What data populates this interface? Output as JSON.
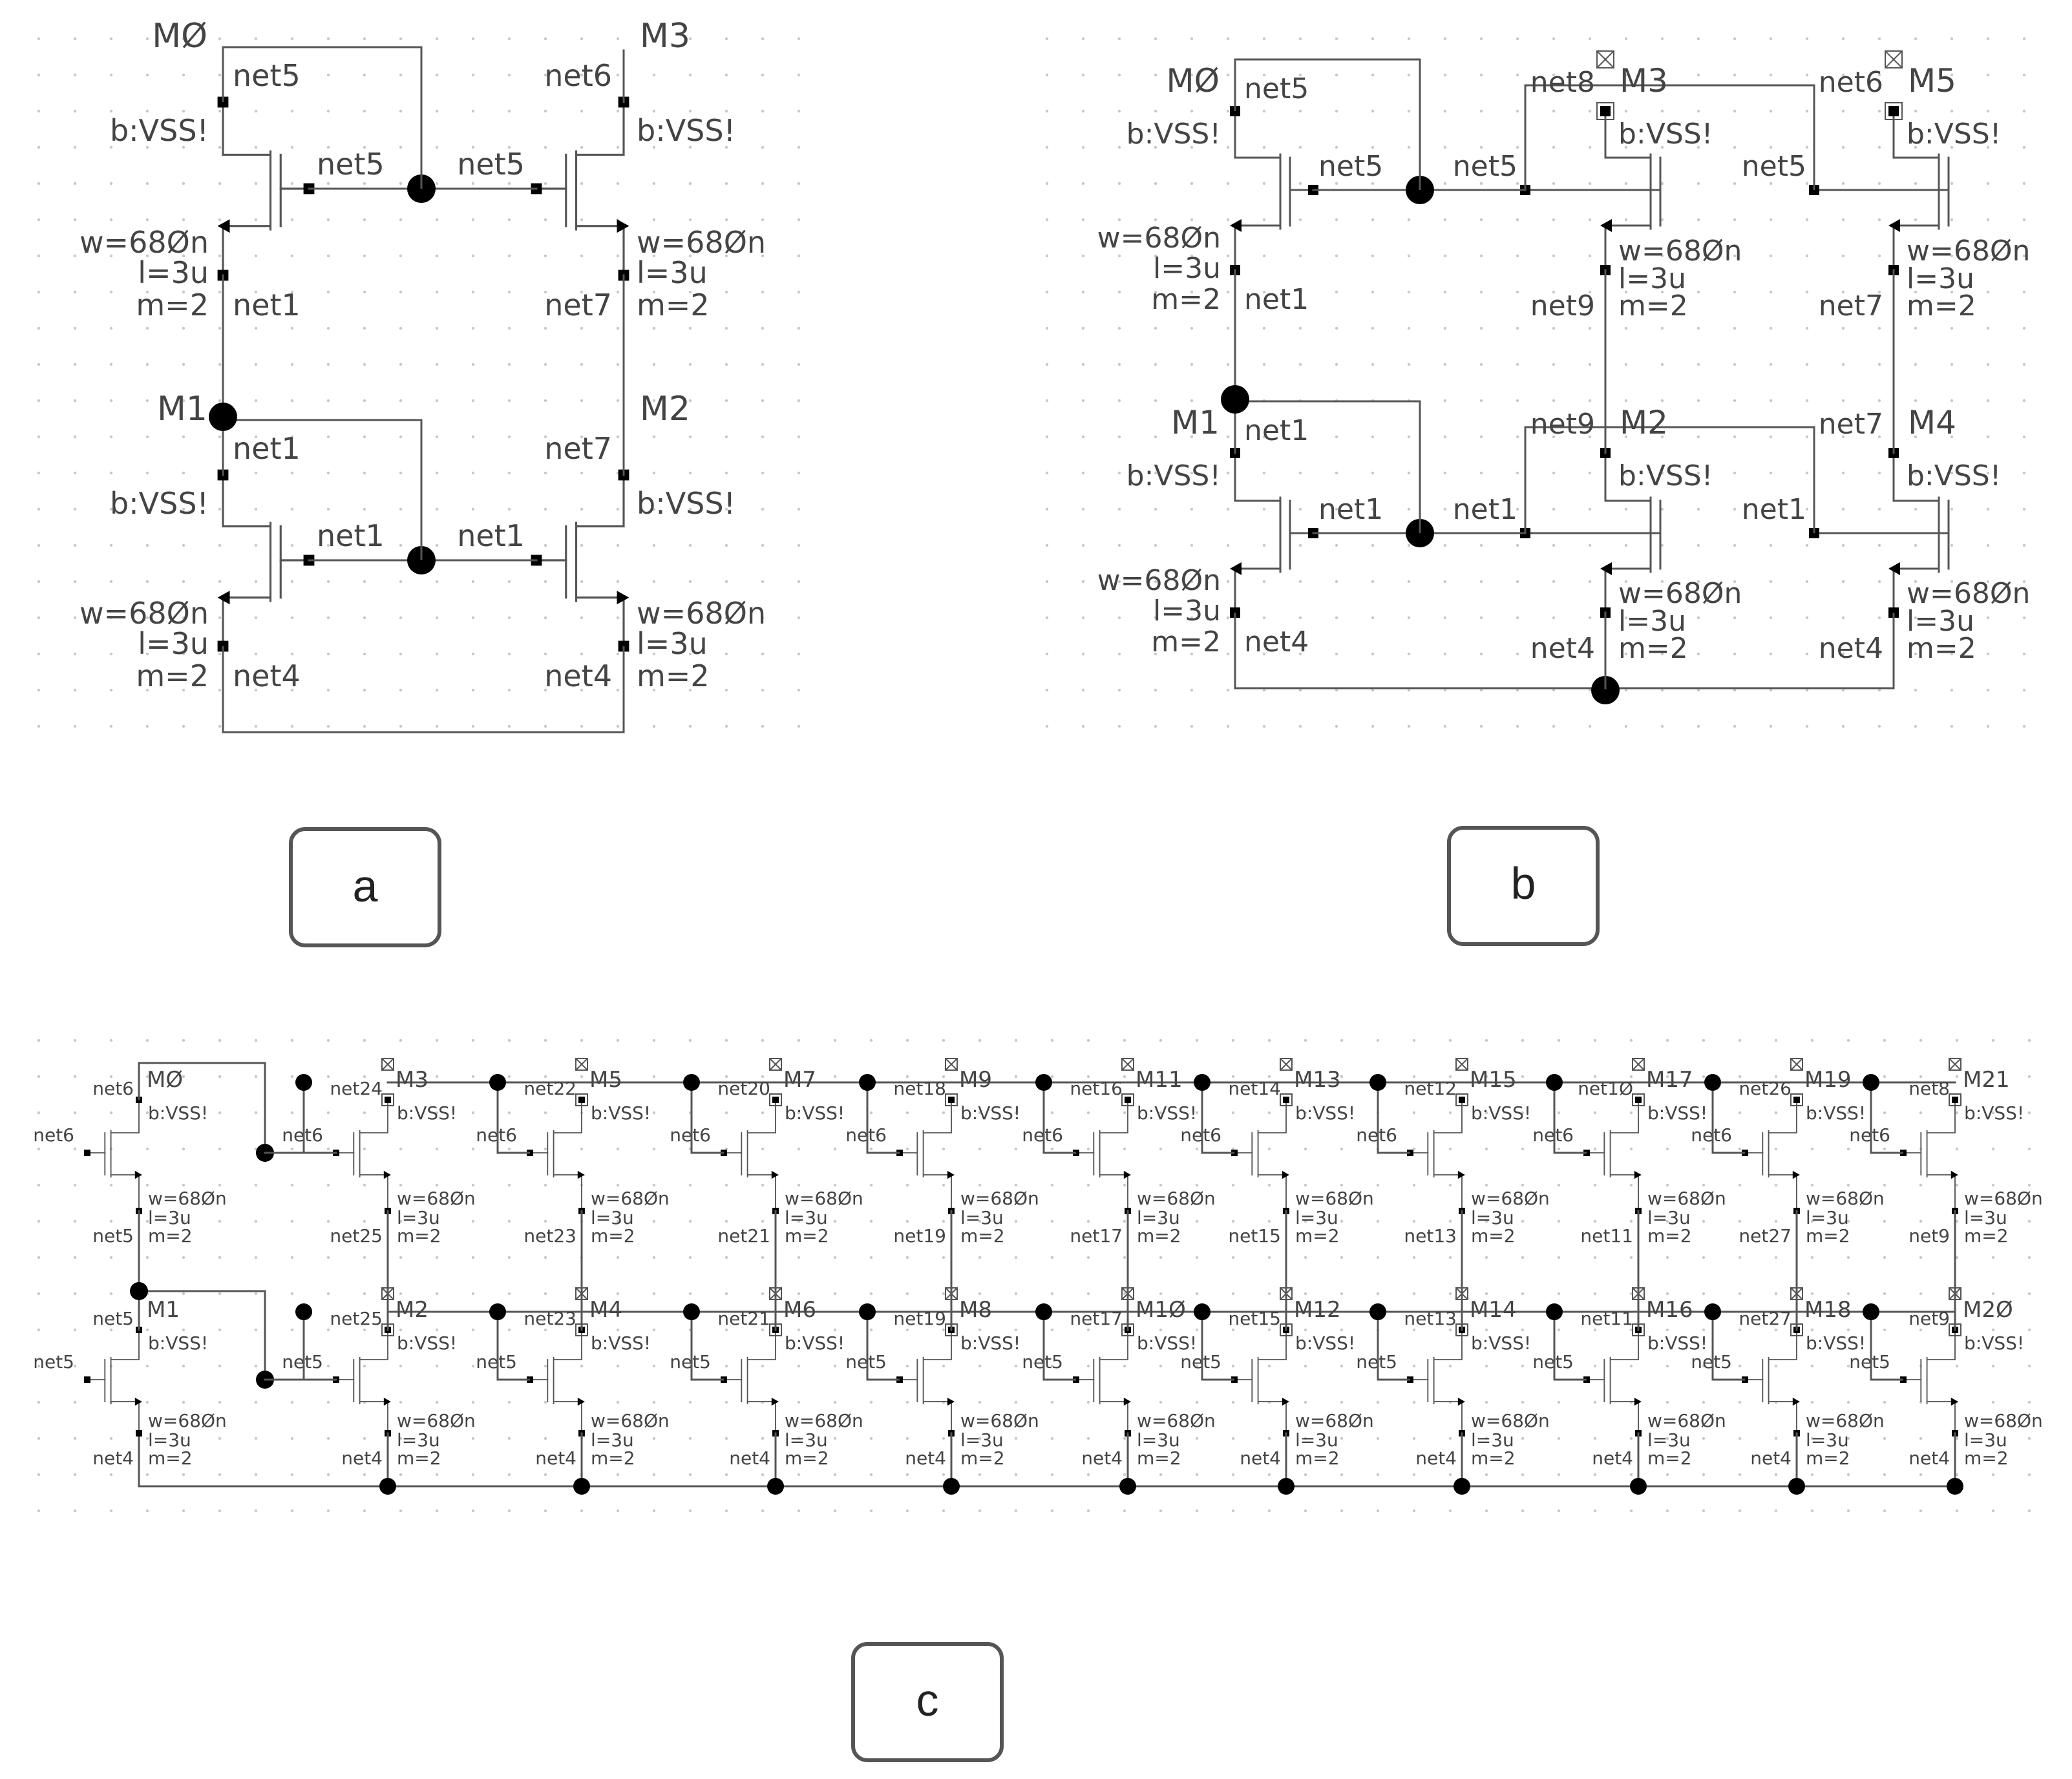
{
  "panels": [
    {
      "label": "a",
      "pairs": [
        {
          "top": {
            "left": {
              "name": "MØ",
              "drain": "net5",
              "gate": "net5",
              "source": "net1"
            },
            "right": {
              "name": "M3",
              "drain": "net6",
              "gate": "net5",
              "source": "net7"
            }
          },
          "bottom": {
            "left": {
              "name": "M1",
              "drain": "net1",
              "gate": "net1",
              "source": "net4"
            },
            "right": {
              "name": "M2",
              "drain": "net7",
              "gate": "net1",
              "source": "net4"
            }
          }
        }
      ]
    },
    {
      "label": "b",
      "pairs": [
        {
          "top": {
            "left": {
              "name": "MØ",
              "drain": "net5",
              "gate": "net5",
              "source": "net1"
            },
            "mid": {
              "name": "M3",
              "drain": "net8",
              "gate": "net5",
              "source": "net9"
            },
            "right": {
              "name": "M5",
              "drain": "net6",
              "gate": "net5",
              "source": "net7"
            }
          },
          "bottom": {
            "left": {
              "name": "M1",
              "drain": "net1",
              "gate": "net1",
              "source": "net4"
            },
            "mid": {
              "name": "M2",
              "drain": "net9",
              "gate": "net1",
              "source": "net4"
            },
            "right": {
              "name": "M4",
              "drain": "net7",
              "gate": "net1",
              "source": "net4"
            }
          }
        }
      ]
    },
    {
      "label": "c",
      "top_gate": "net6",
      "bottom_gate": "net5",
      "columns": [
        {
          "top": {
            "name": "MØ",
            "drain": "net6",
            "source": "net5"
          },
          "bottom": {
            "name": "M1",
            "drain": "net5",
            "source": "net4"
          }
        },
        {
          "top": {
            "name": "M3",
            "drain": "net24",
            "source": "net25"
          },
          "bottom": {
            "name": "M2",
            "drain": "net25",
            "source": "net4"
          }
        },
        {
          "top": {
            "name": "M5",
            "drain": "net22",
            "source": "net23"
          },
          "bottom": {
            "name": "M4",
            "drain": "net23",
            "source": "net4"
          }
        },
        {
          "top": {
            "name": "M7",
            "drain": "net20",
            "source": "net21"
          },
          "bottom": {
            "name": "M6",
            "drain": "net21",
            "source": "net4"
          }
        },
        {
          "top": {
            "name": "M9",
            "drain": "net18",
            "source": "net19"
          },
          "bottom": {
            "name": "M8",
            "drain": "net19",
            "source": "net4"
          }
        },
        {
          "top": {
            "name": "M11",
            "drain": "net16",
            "source": "net17"
          },
          "bottom": {
            "name": "M1Ø",
            "drain": "net17",
            "source": "net4"
          }
        },
        {
          "top": {
            "name": "M13",
            "drain": "net14",
            "source": "net15"
          },
          "bottom": {
            "name": "M12",
            "drain": "net15",
            "source": "net4"
          }
        },
        {
          "top": {
            "name": "M15",
            "drain": "net12",
            "source": "net13"
          },
          "bottom": {
            "name": "M14",
            "drain": "net13",
            "source": "net4"
          }
        },
        {
          "top": {
            "name": "M17",
            "drain": "net1Ø",
            "source": "net11"
          },
          "bottom": {
            "name": "M16",
            "drain": "net11",
            "source": "net4"
          }
        },
        {
          "top": {
            "name": "M19",
            "drain": "net26",
            "source": "net27"
          },
          "bottom": {
            "name": "M18",
            "drain": "net27",
            "source": "net4"
          }
        },
        {
          "top": {
            "name": "M21",
            "drain": "net8",
            "source": "net9"
          },
          "bottom": {
            "name": "M2Ø",
            "drain": "net9",
            "source": "net4"
          }
        }
      ]
    }
  ],
  "device_params": {
    "body": "b:VSS!",
    "w": "w=68Øn",
    "l": "l=3u",
    "m": "m=2"
  },
  "colors": {
    "wire": "#555555",
    "text": "#444444",
    "node": "#000000",
    "grid_dot": "#c8c8c8",
    "label_border": "#555555"
  }
}
